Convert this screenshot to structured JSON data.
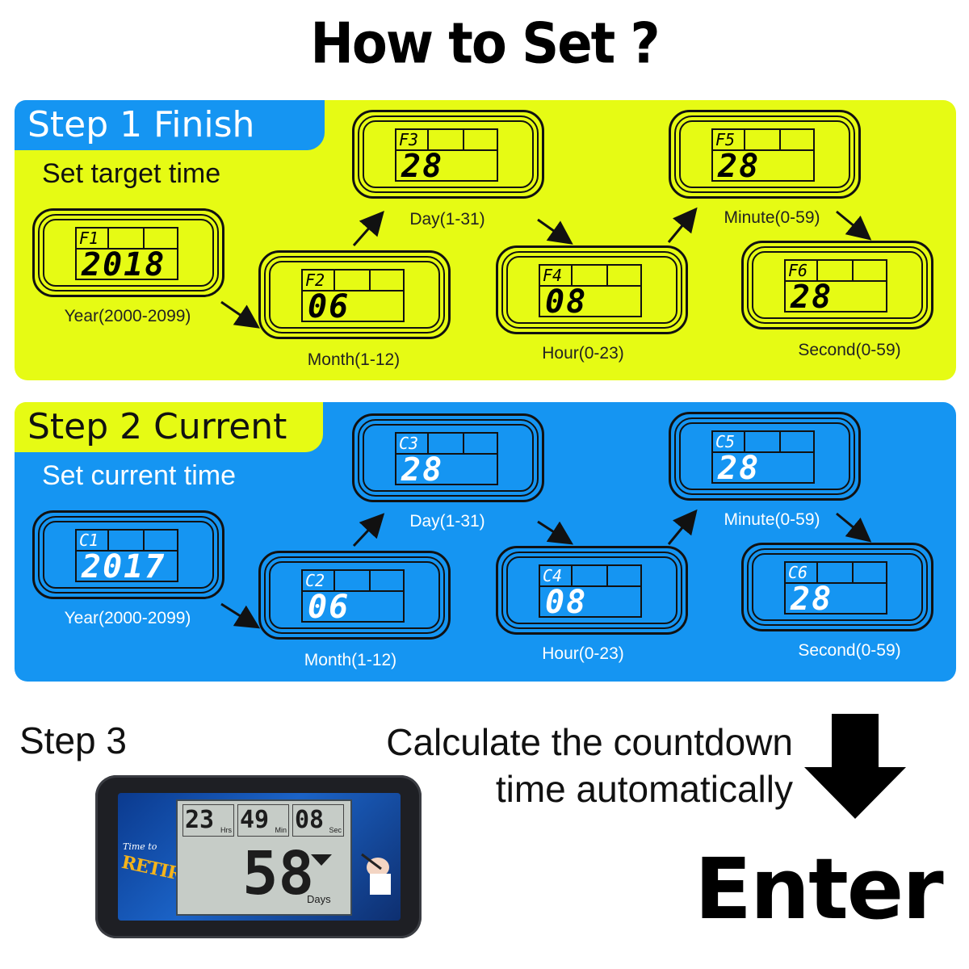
{
  "title": "How to Set ?",
  "step1": {
    "tab": "Step 1 Finish",
    "subtitle": "Set target time",
    "devices": [
      {
        "code": "F1",
        "value": "2018",
        "label": "Year(2000-2099)"
      },
      {
        "code": "F2",
        "value": "06",
        "label": "Month(1-12)"
      },
      {
        "code": "F3",
        "value": "28",
        "label": "Day(1-31)"
      },
      {
        "code": "F4",
        "value": "08",
        "label": "Hour(0-23)"
      },
      {
        "code": "F5",
        "value": "28",
        "label": "Minute(0-59)"
      },
      {
        "code": "F6",
        "value": "28",
        "label": "Second(0-59)"
      }
    ]
  },
  "step2": {
    "tab": "Step 2  Current",
    "subtitle": "Set current time",
    "devices": [
      {
        "code": "C1",
        "value": "2017",
        "label": "Year(2000-2099)"
      },
      {
        "code": "C2",
        "value": "06",
        "label": "Month(1-12)"
      },
      {
        "code": "C3",
        "value": "28",
        "label": "Day(1-31)"
      },
      {
        "code": "C4",
        "value": "08",
        "label": "Hour(0-23)"
      },
      {
        "code": "C5",
        "value": "28",
        "label": "Minute(0-59)"
      },
      {
        "code": "C6",
        "value": "28",
        "label": "Second(0-59)"
      }
    ]
  },
  "step3": {
    "label": "Step 3",
    "description_line1": "Calculate the countdown",
    "description_line2": "time automatically",
    "enter": "Enter"
  },
  "countdown_device": {
    "hours": "23",
    "hours_unit": "Hrs",
    "minutes": "49",
    "minutes_unit": "Min",
    "seconds": "08",
    "seconds_unit": "Sec",
    "days": "58",
    "days_unit": "Days",
    "logo_line1": "Time to",
    "logo_line2": "RETIRE"
  },
  "colors": {
    "yellow_panel": "#e6fb14",
    "blue_panel": "#1595f2"
  }
}
